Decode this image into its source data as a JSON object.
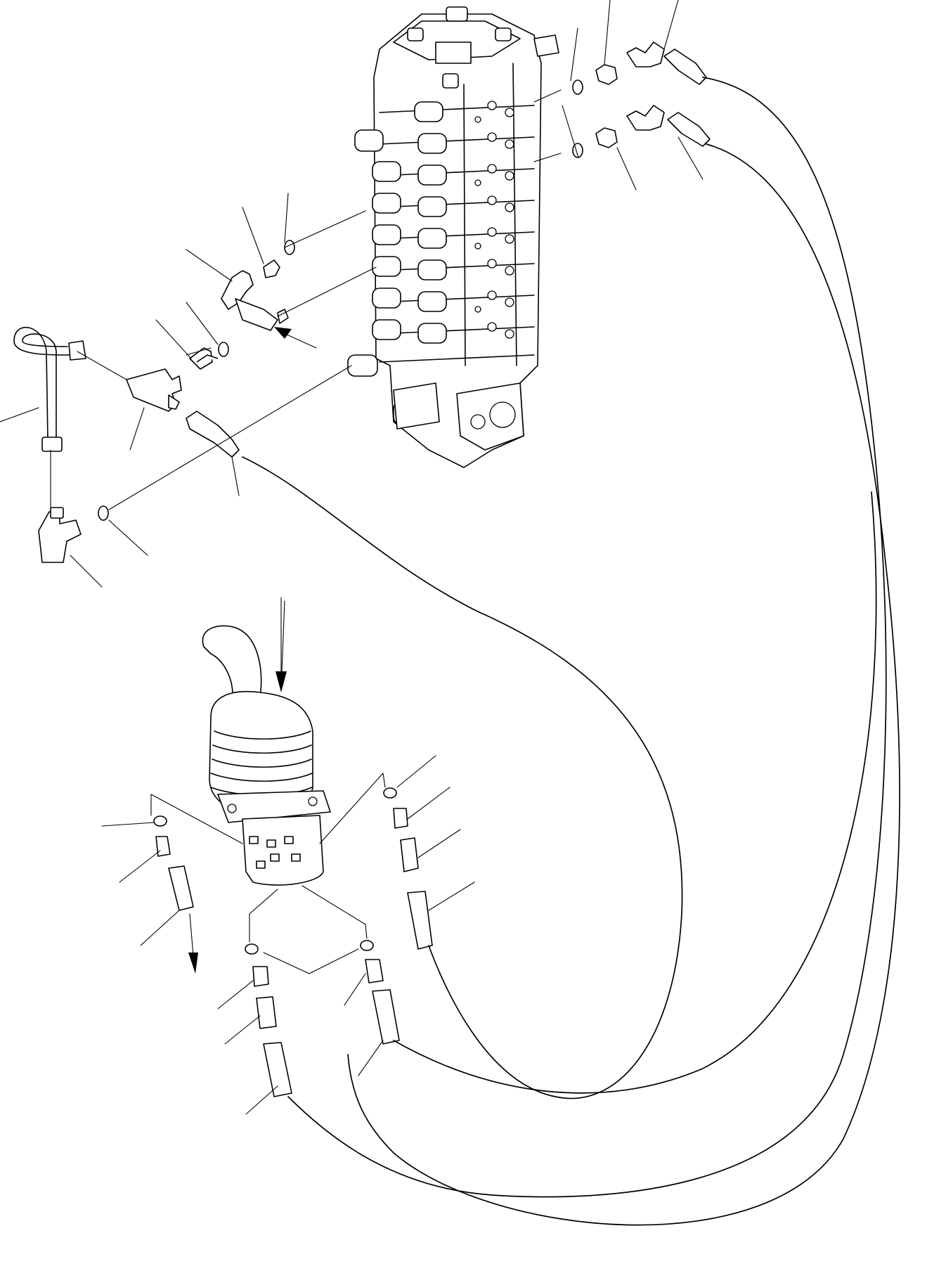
{
  "diagram": {
    "kind": "exploded-parts-view",
    "labels": [],
    "colors": {
      "line": "#000000",
      "background": "#ffffff"
    },
    "components": [
      "control-valve",
      "joystick-lever",
      "pilot-hose",
      "elbow-fitting",
      "tee-fitting",
      "adapter-fitting",
      "o-ring",
      "bent-tube",
      "flow-arrow"
    ]
  }
}
